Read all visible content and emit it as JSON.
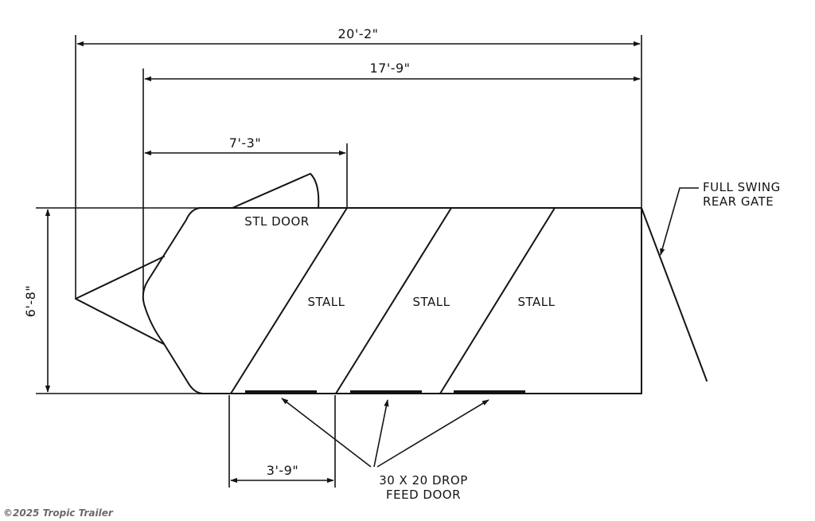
{
  "dimensions": {
    "overall_length": "20'-2\"",
    "living_quarters_to_rear": "17'-9\"",
    "nose_to_door": "7'-3\"",
    "width": "6'-8\"",
    "feed_door_width": "3'-9\""
  },
  "labels": {
    "stl_door": "STL DOOR",
    "stalls": [
      "STALL",
      "STALL",
      "STALL"
    ],
    "rear_gate": [
      "FULL SWING",
      "REAR GATE"
    ],
    "feed_door": [
      "30 X 20 DROP",
      "FEED DOOR"
    ]
  },
  "watermark": "©2025 Tropic Trailer"
}
